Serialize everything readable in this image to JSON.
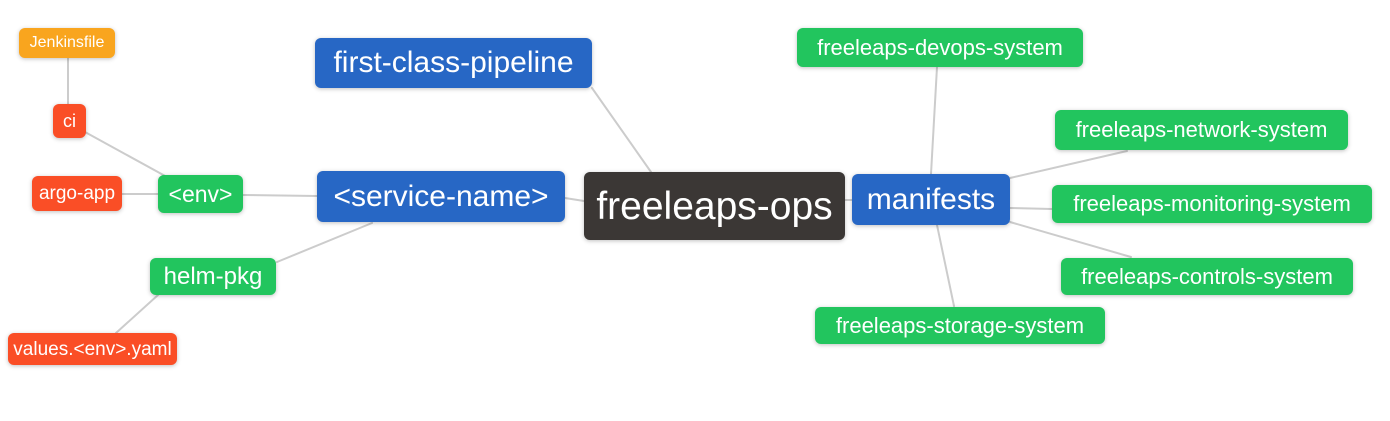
{
  "diagram": {
    "type": "mindmap",
    "root": "freeleaps-ops"
  },
  "palette": {
    "blue": "#2767C5",
    "green": "#22C55E",
    "vermillion": "#FA4E26",
    "amber": "#F9A51E",
    "dark": "#3B3735",
    "edge_gray": "#CCCCCC",
    "node_text": "#FFFFFF",
    "background": "#FFFFFF"
  },
  "nodes": [
    {
      "id": "jenkinsfile",
      "label": "Jenkinsfile",
      "color": "#F9A51E"
    },
    {
      "id": "ci",
      "label": "ci",
      "color": "#FA4E26"
    },
    {
      "id": "argo-app",
      "label": "argo-app",
      "color": "#FA4E26"
    },
    {
      "id": "env",
      "label": "<env>",
      "color": "#22C55E"
    },
    {
      "id": "helm-pkg",
      "label": "helm-pkg",
      "color": "#22C55E"
    },
    {
      "id": "values-env-yaml",
      "label": "values.<env>.yaml",
      "color": "#FA4E26"
    },
    {
      "id": "service-name",
      "label": "<service-name>",
      "color": "#2767C5"
    },
    {
      "id": "first-class-pipeline",
      "label": "first-class-pipeline",
      "color": "#2767C5"
    },
    {
      "id": "freeleaps-ops",
      "label": "freeleaps-ops",
      "color": "#3B3735"
    },
    {
      "id": "manifests",
      "label": "manifests",
      "color": "#2767C5"
    },
    {
      "id": "devops-system",
      "label": "freeleaps-devops-system",
      "color": "#22C55E"
    },
    {
      "id": "network-system",
      "label": "freeleaps-network-system",
      "color": "#22C55E"
    },
    {
      "id": "monitoring-system",
      "label": "freeleaps-monitoring-system",
      "color": "#22C55E"
    },
    {
      "id": "controls-system",
      "label": "freeleaps-controls-system",
      "color": "#22C55E"
    },
    {
      "id": "storage-system",
      "label": "freeleaps-storage-system",
      "color": "#22C55E"
    }
  ],
  "edges": [
    {
      "from": "jenkinsfile",
      "to": "ci"
    },
    {
      "from": "ci",
      "to": "env"
    },
    {
      "from": "argo-app",
      "to": "env"
    },
    {
      "from": "env",
      "to": "service-name"
    },
    {
      "from": "helm-pkg",
      "to": "service-name"
    },
    {
      "from": "values-env-yaml",
      "to": "helm-pkg"
    },
    {
      "from": "first-class-pipeline",
      "to": "freeleaps-ops"
    },
    {
      "from": "service-name",
      "to": "freeleaps-ops"
    },
    {
      "from": "freeleaps-ops",
      "to": "manifests"
    },
    {
      "from": "manifests",
      "to": "devops-system"
    },
    {
      "from": "manifests",
      "to": "network-system"
    },
    {
      "from": "manifests",
      "to": "monitoring-system"
    },
    {
      "from": "manifests",
      "to": "controls-system"
    },
    {
      "from": "manifests",
      "to": "storage-system"
    }
  ]
}
